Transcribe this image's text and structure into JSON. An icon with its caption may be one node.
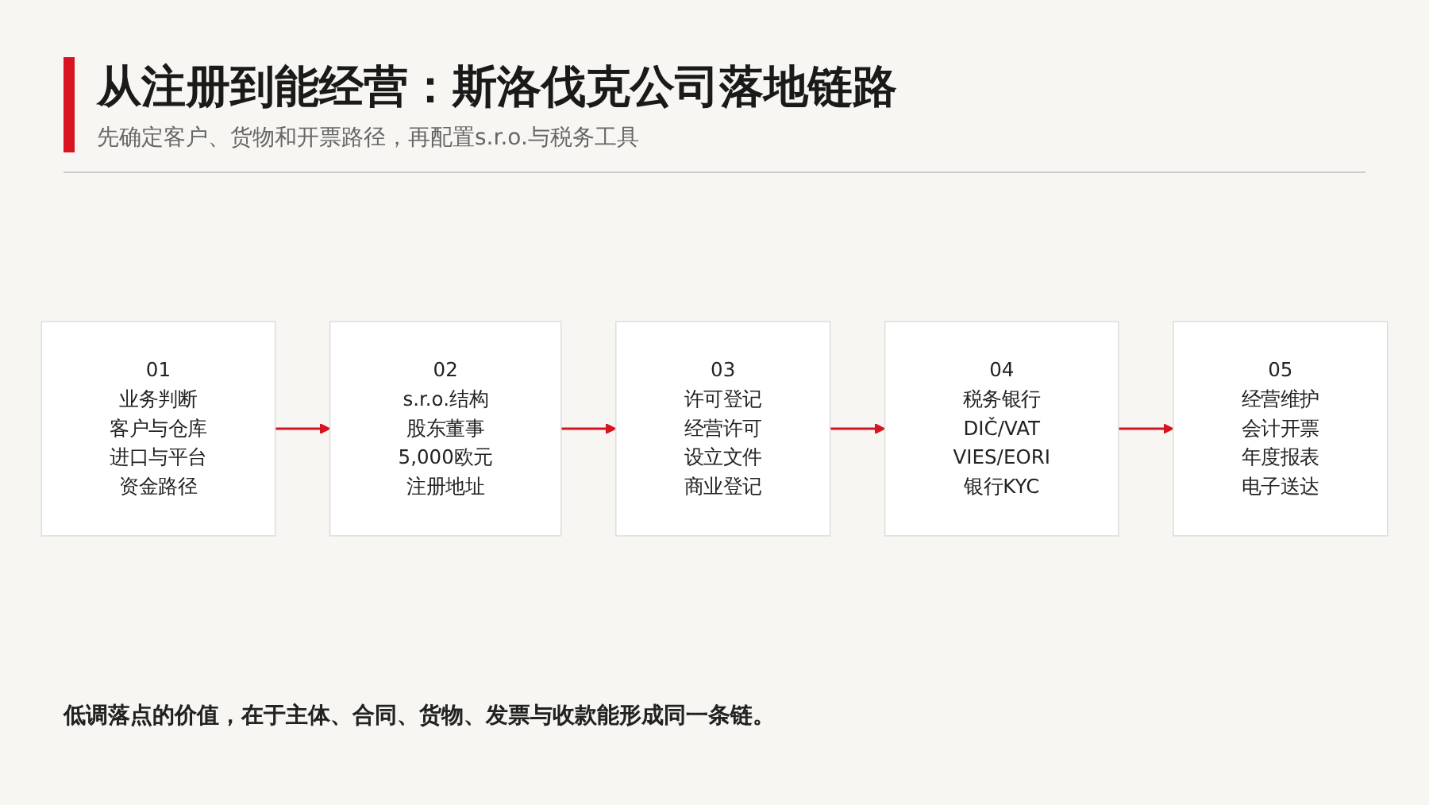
{
  "diagram": {
    "title": "从注册到能经营：斯洛伐克公司落地链路",
    "labels": [
      "先确定客户、货物和开票路径，再配置s.r.o.与税务工具"
    ],
    "nodes": [
      {
        "text": [
          "01",
          "业务判断",
          "客户与仓库",
          "进口与平台",
          "资金路径"
        ]
      },
      {
        "text": [
          "02",
          "s.r.o.结构",
          "股东董事",
          "5,000欧元",
          "注册地址"
        ]
      },
      {
        "text": [
          "03",
          "许可登记",
          "经营许可",
          "设立文件",
          "商业登记"
        ]
      },
      {
        "text": [
          "04",
          "税务银行",
          "DIČ/VAT",
          "VIES/EORI",
          "银行KYC"
        ]
      },
      {
        "text": [
          "05",
          "经营维护",
          "会计开票",
          "年度报表",
          "电子送达"
        ]
      }
    ],
    "edges": [
      {
        "from": 0,
        "to": 1,
        "arrow": "to",
        "color": "#d7141f"
      },
      {
        "from": 1,
        "to": 2,
        "arrow": "to",
        "color": "#d7141f"
      },
      {
        "from": 2,
        "to": 3,
        "arrow": "to",
        "color": "#d7141f"
      },
      {
        "from": 3,
        "to": 4,
        "arrow": "to",
        "color": "#d7141f"
      }
    ],
    "caption": "低调落点的价值，在于主体、合同、货物、发票与收款能形成同一条链。"
  }
}
